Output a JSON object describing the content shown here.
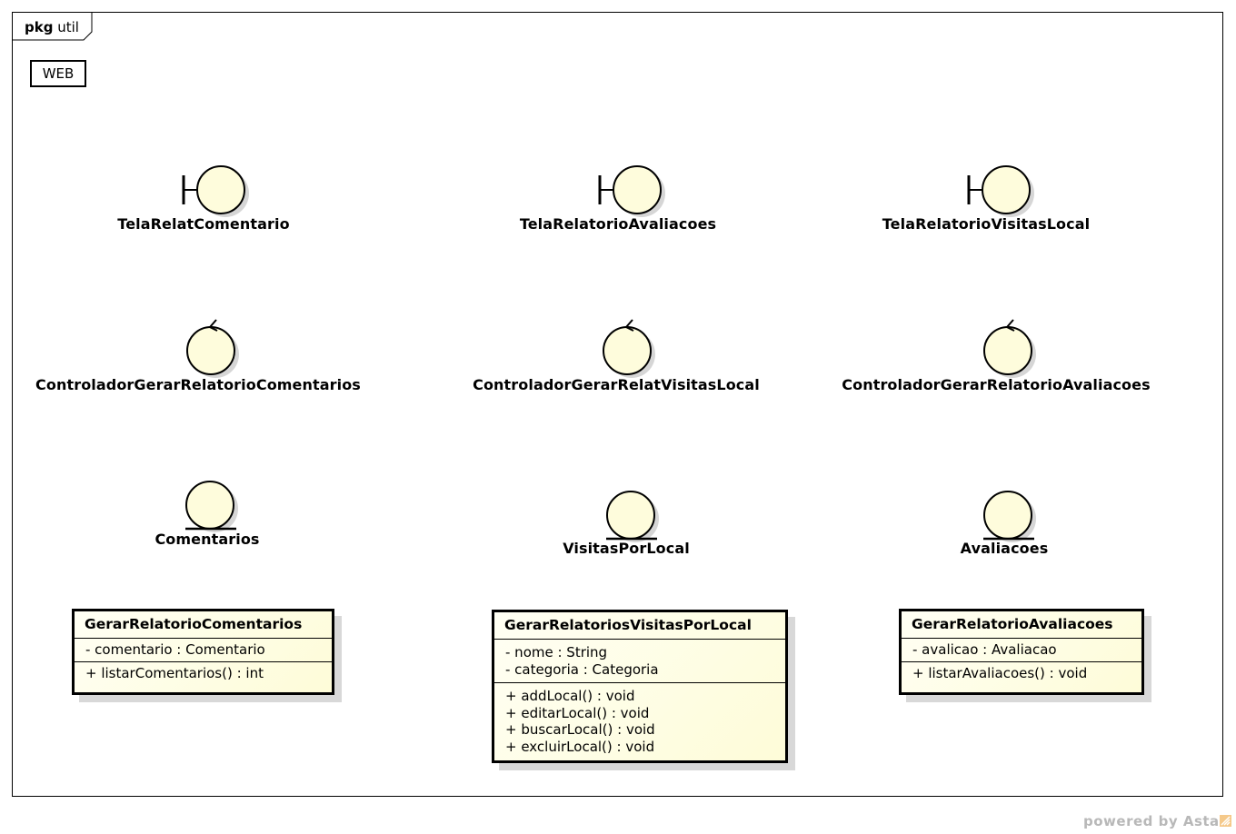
{
  "package": {
    "keyword": "pkg",
    "name": "util"
  },
  "note": {
    "text": "WEB"
  },
  "boundaries": [
    {
      "label": "TelaRelatComentario"
    },
    {
      "label": "TelaRelatorioAvaliacoes"
    },
    {
      "label": "TelaRelatorioVisitasLocal"
    }
  ],
  "controls": [
    {
      "label": "ControladorGerarRelatorioComentarios"
    },
    {
      "label": "ControladorGerarRelatVisitasLocal"
    },
    {
      "label": "ControladorGerarRelatorioAvaliacoes"
    }
  ],
  "entities": [
    {
      "label": "Comentarios"
    },
    {
      "label": "VisitasPorLocal"
    },
    {
      "label": "Avaliacoes"
    }
  ],
  "classes": [
    {
      "name": "GerarRelatorioComentarios",
      "attributes": [
        "- comentario : Comentario"
      ],
      "operations": [
        "+ listarComentarios() : int"
      ]
    },
    {
      "name": "GerarRelatoriosVisitasPorLocal",
      "attributes": [
        "- nome : String",
        "- categoria : Categoria"
      ],
      "operations": [
        "+ addLocal() : void",
        "+ editarLocal() : void",
        "+ buscarLocal() : void",
        "+ excluirLocal() : void"
      ]
    },
    {
      "name": "GerarRelatorioAvaliacoes",
      "attributes": [
        "- avalicao : Avaliacao"
      ],
      "operations": [
        "+ listarAvaliacoes() : void"
      ]
    }
  ],
  "footer": {
    "powered_by": "powered by Astah"
  },
  "colors": {
    "fill": "#fefcdc",
    "shadow": "#d8d8d8",
    "stroke": "#000000",
    "watermark": "#b8b8b8"
  }
}
